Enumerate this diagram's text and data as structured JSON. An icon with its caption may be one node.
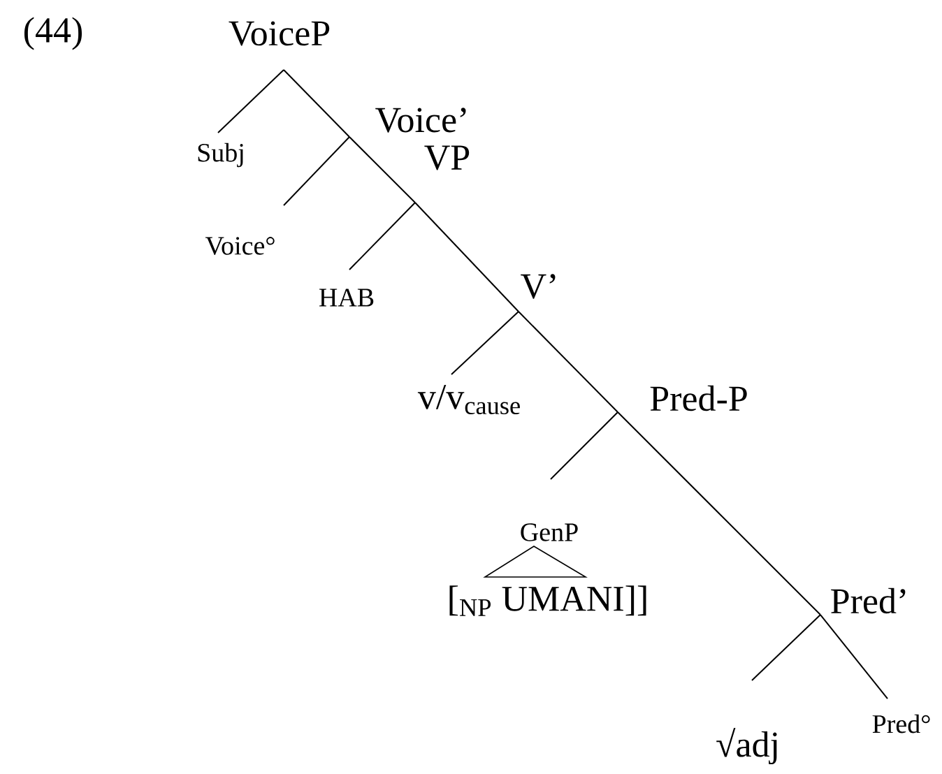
{
  "diagram": {
    "nodes": [
      {
        "text": [
          "VoiceP"
        ]
      },
      {
        "text": [
          "Subj"
        ]
      },
      {
        "text": [
          "Voice’"
        ]
      },
      {
        "text": [
          "Voice°"
        ]
      },
      {
        "text": [
          "VP"
        ]
      },
      {
        "text": [
          "HAB"
        ]
      },
      {
        "text": [
          "V’"
        ]
      },
      {
        "text": [
          "v/v$_{cause}$"
        ]
      },
      {
        "text": [
          "Pred-P"
        ]
      },
      {
        "text": [
          "GenP"
        ]
      },
      {
        "text": [
          "Pred’"
        ]
      },
      {
        "text": [
          "√adj"
        ]
      },
      {
        "text": [
          "Pred°"
        ]
      }
    ],
    "edges": [
      {
        "from": 0,
        "to": 1,
        "arrow": "none"
      },
      {
        "from": 0,
        "to": 2,
        "arrow": "none"
      },
      {
        "from": 2,
        "to": 3,
        "arrow": "none"
      },
      {
        "from": 2,
        "to": 4,
        "arrow": "none"
      },
      {
        "from": 4,
        "to": 5,
        "arrow": "none"
      },
      {
        "from": 4,
        "to": 6,
        "arrow": "none"
      },
      {
        "from": 6,
        "to": 7,
        "arrow": "none"
      },
      {
        "from": 6,
        "to": 8,
        "arrow": "none"
      },
      {
        "from": 8,
        "to": 9,
        "arrow": "none"
      },
      {
        "from": 8,
        "to": 10,
        "arrow": "none"
      },
      {
        "from": 10,
        "to": 11,
        "arrow": "none"
      },
      {
        "from": 10,
        "to": 12,
        "arrow": "none"
      }
    ],
    "labels": [
      "(44)",
      "[$_{NP}$ UMANI]]"
    ]
  }
}
